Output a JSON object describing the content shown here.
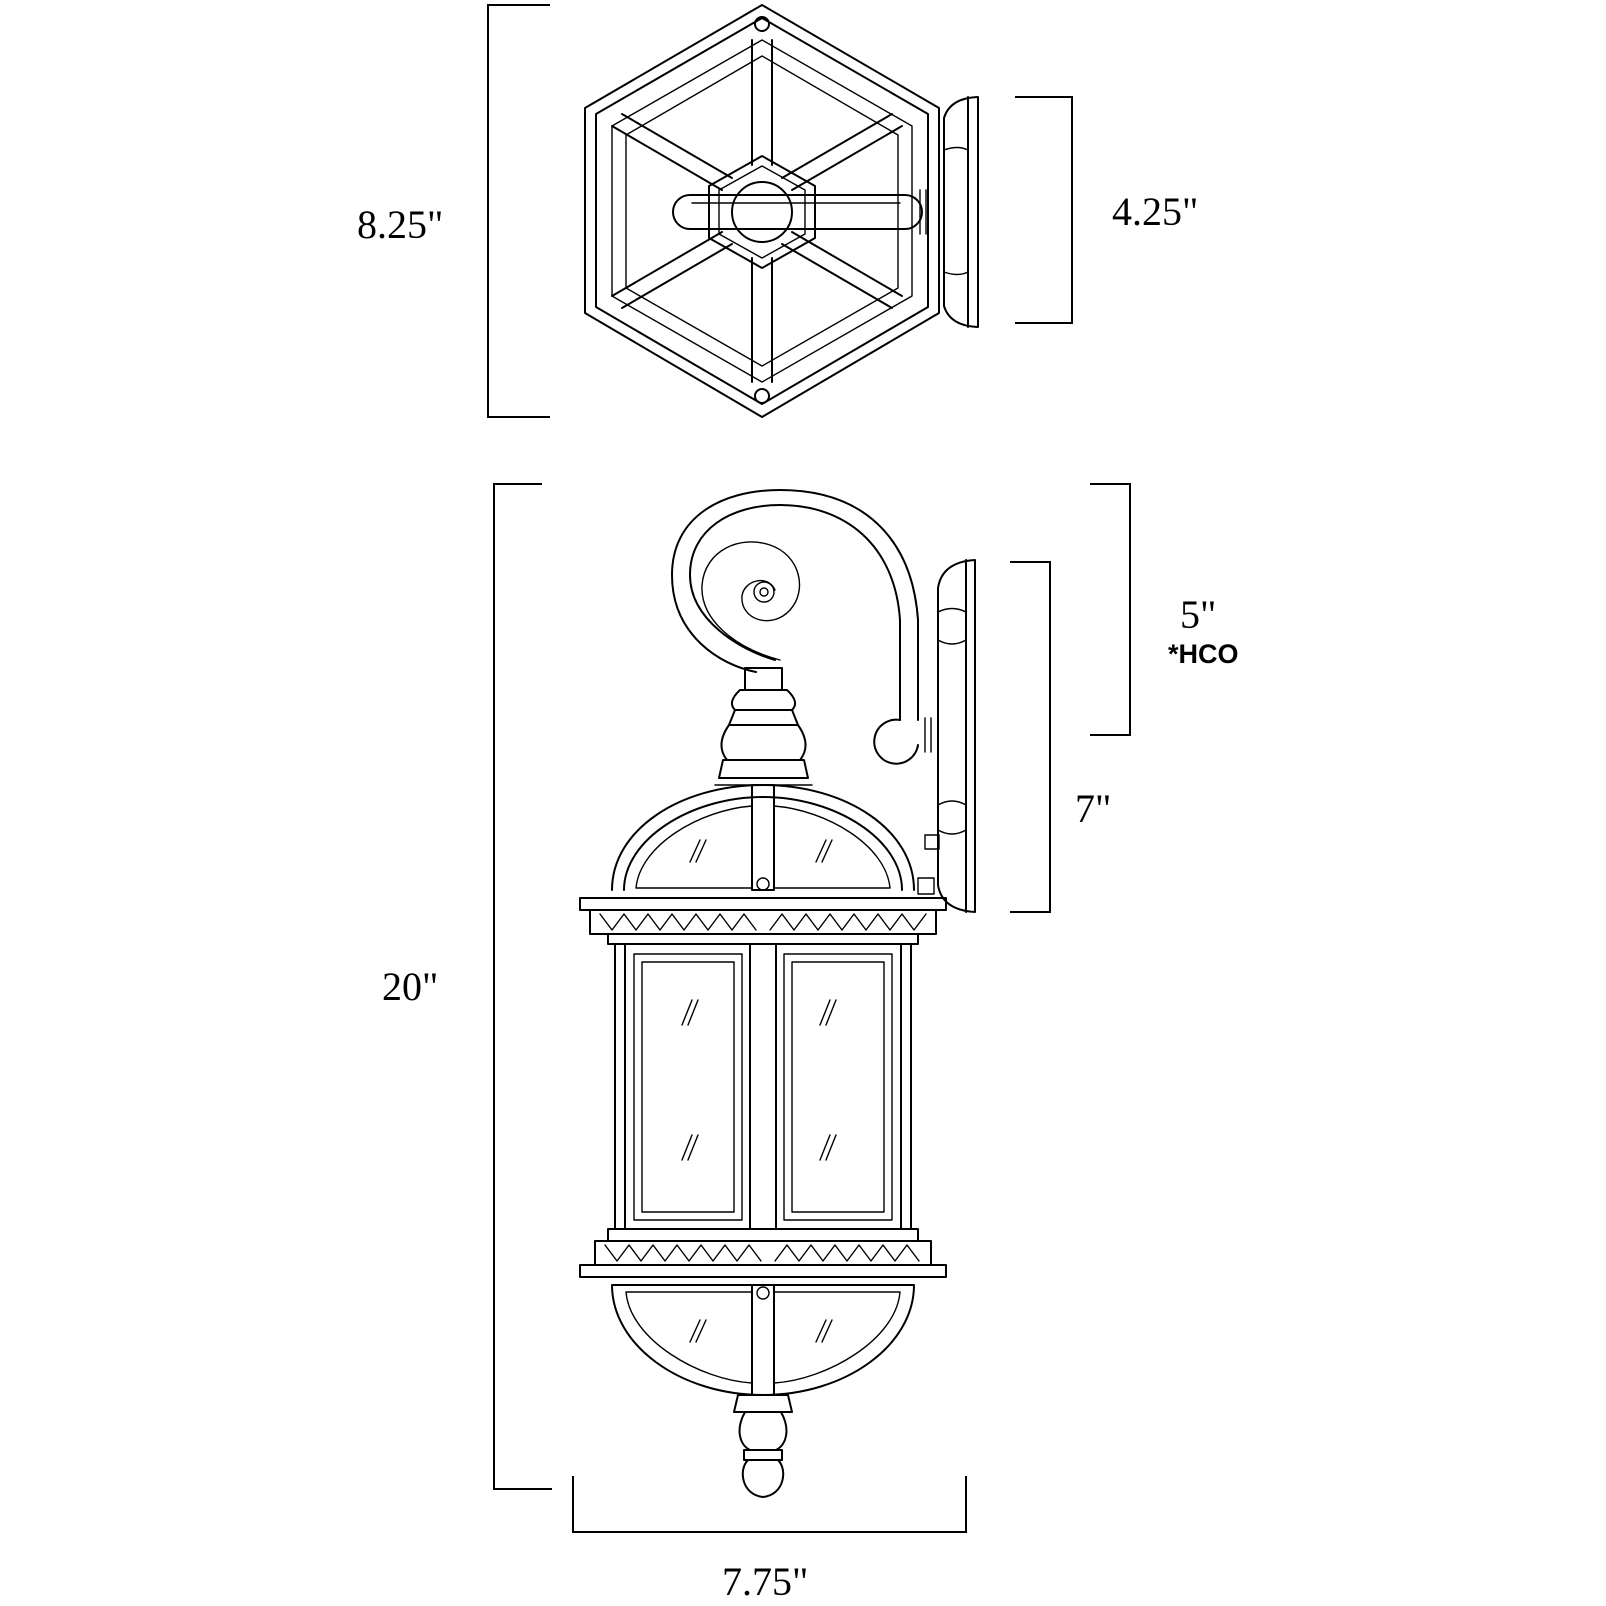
{
  "dimensions": {
    "top_view_height": "8.25\"",
    "top_view_backplate": "4.25\"",
    "overall_height": "20\"",
    "hco": "5\"",
    "hco_note": "*HCO",
    "backplate_height": "7\"",
    "width": "7.75\""
  },
  "colors": {
    "line": "#000000",
    "background": "#ffffff"
  }
}
